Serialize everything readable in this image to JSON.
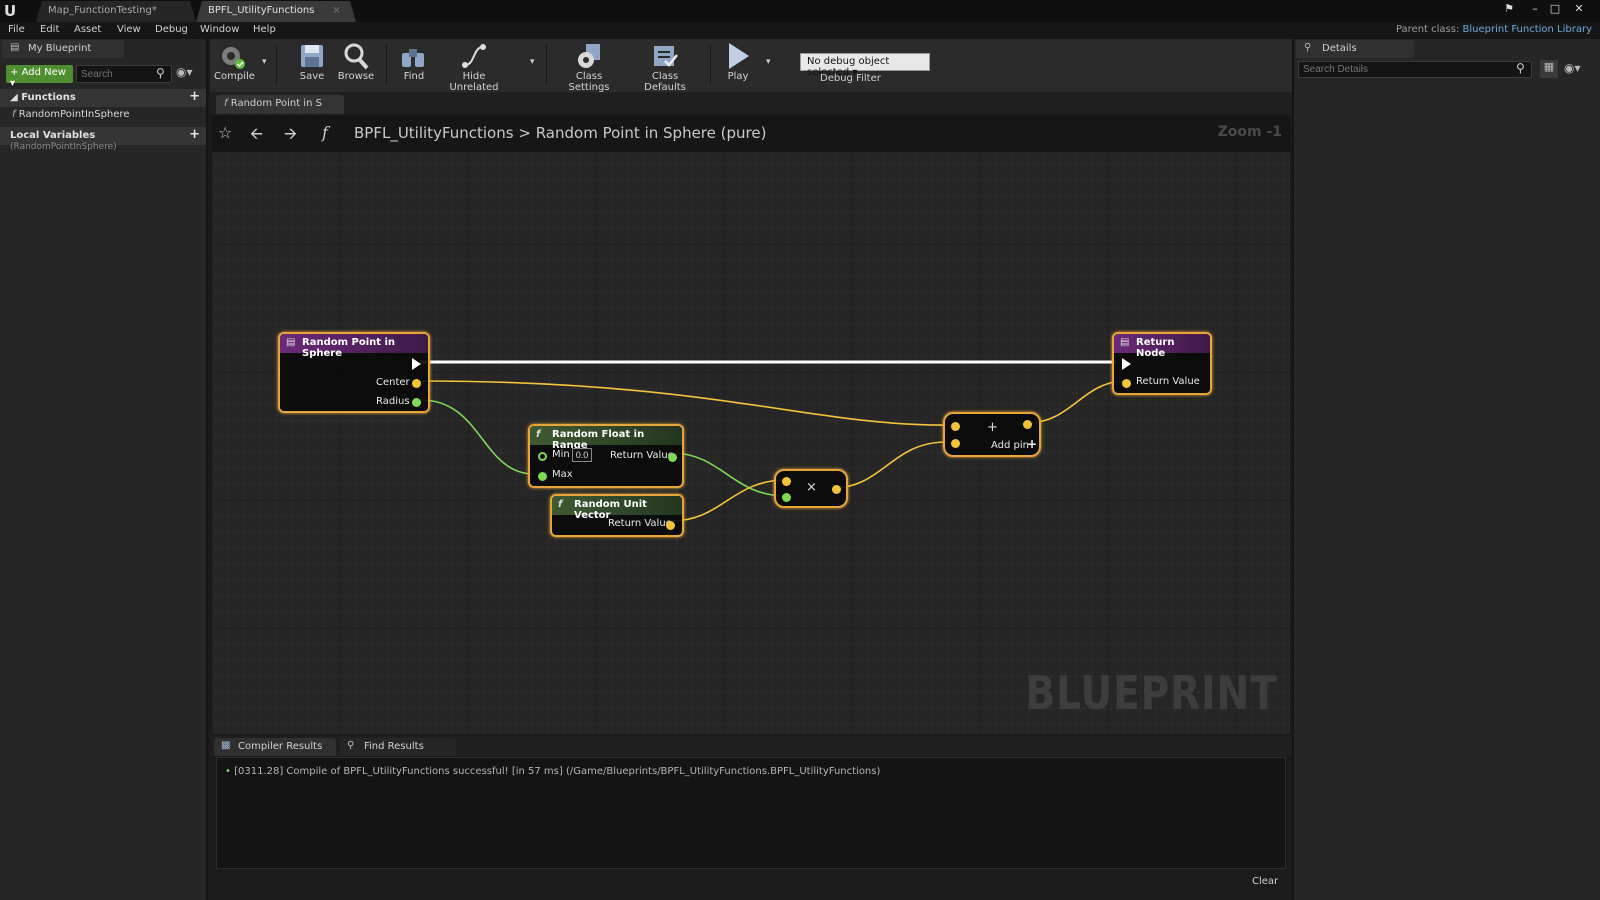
{
  "window": {
    "tabs": [
      {
        "label": "Map_FunctionTesting*",
        "active": false
      },
      {
        "label": "BPFL_UtilityFunctions",
        "active": true
      }
    ]
  },
  "menu": {
    "items": [
      "File",
      "Edit",
      "Asset",
      "View",
      "Debug",
      "Window",
      "Help"
    ],
    "parent_class_label": "Parent class:",
    "parent_class_value": "Blueprint Function Library"
  },
  "left_panel": {
    "tab_label": "My Blueprint",
    "add_new_label": "Add New",
    "search_placeholder": "Search",
    "functions_header": "Functions",
    "functions": [
      "RandomPointInSphere"
    ],
    "local_variables_header": "Local Variables",
    "local_variables_context": "(RandomPointInSphere)"
  },
  "toolbar": {
    "compile": "Compile",
    "save": "Save",
    "browse": "Browse",
    "find": "Find",
    "hide_unrelated": "Hide Unrelated",
    "class_settings": "Class Settings",
    "class_defaults": "Class Defaults",
    "play": "Play",
    "debug_object": "No debug object selected",
    "debug_filter": "Debug Filter"
  },
  "graph": {
    "tab_label": "Random Point in S",
    "breadcrumb_root": "BPFL_UtilityFunctions",
    "breadcrumb_sep": ">",
    "breadcrumb_leaf": "Random Point in Sphere (pure)",
    "zoom": "Zoom -1",
    "watermark": "BLUEPRINT",
    "nodes": {
      "entry": {
        "title": "Random Point in Sphere",
        "pins": [
          "Center",
          "Radius"
        ]
      },
      "random_float": {
        "title": "Random Float in Range",
        "min_label": "Min",
        "min_value": "0.0",
        "max_label": "Max",
        "return_label": "Return Value"
      },
      "random_unit_vector": {
        "title": "Random Unit Vector",
        "return_label": "Return Value"
      },
      "multiply": {
        "symbol": "×"
      },
      "add": {
        "symbol": "+",
        "add_pin_label": "Add pin"
      },
      "return_node": {
        "title": "Return Node",
        "return_label": "Return Value"
      }
    },
    "colors": {
      "exec": "#ffffff",
      "vector": "#f3c33a",
      "float": "#7ed957",
      "node_border": "#e8a63a"
    }
  },
  "bottom_panel": {
    "tabs": [
      "Compiler Results",
      "Find Results"
    ],
    "log_line": "[0311.28] Compile of BPFL_UtilityFunctions successful! [in 57 ms] (/Game/Blueprints/BPFL_UtilityFunctions.BPFL_UtilityFunctions)",
    "clear_label": "Clear"
  },
  "right_panel": {
    "tab_label": "Details",
    "search_placeholder": "Search Details"
  }
}
